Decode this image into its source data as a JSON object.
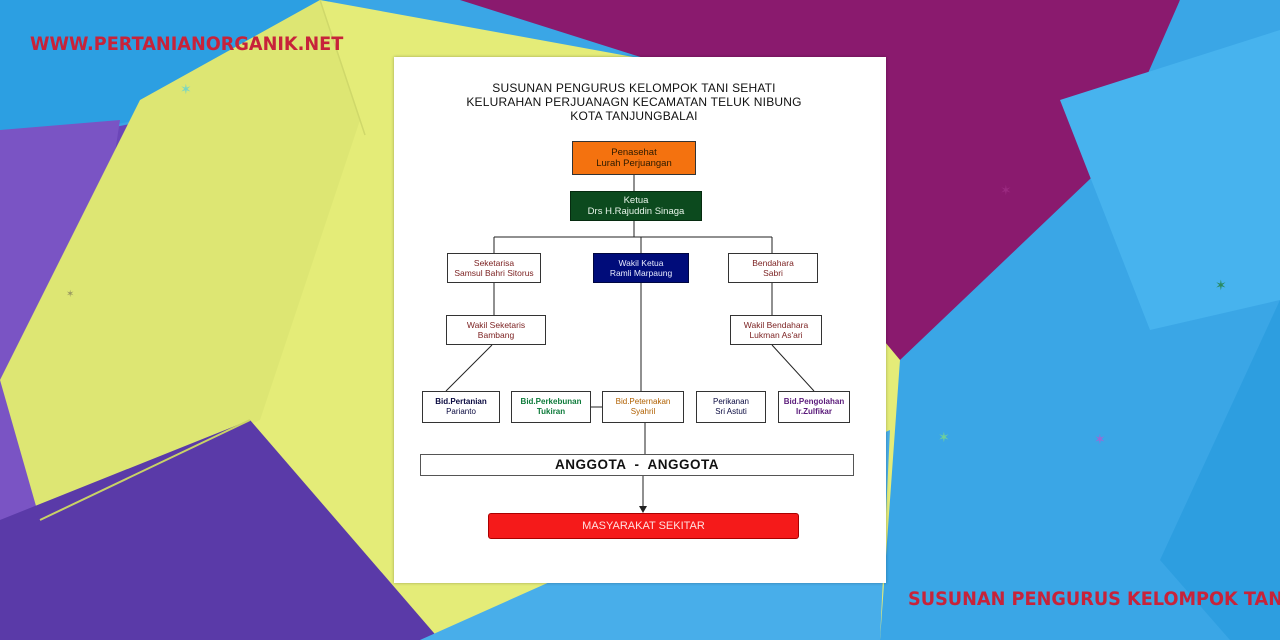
{
  "site": {
    "url": "WWW.PERTANIANORGANIK.NET"
  },
  "caption": "SUSUNAN PENGURUS KELOMPOK TANI",
  "chart": {
    "title_lines": [
      "SUSUNAN PENGURUS KELOMPOK TANI SEHATI",
      "KELURAHAN PERJUANAGN KECAMATAN TELUK NIBUNG",
      "KOTA TANJUNGBALAI"
    ],
    "advisor": {
      "role": "Penasehat",
      "name": "Lurah Perjuangan"
    },
    "chair": {
      "role": "Ketua",
      "name": "Drs H.Rajuddin Sinaga"
    },
    "secretary": {
      "role": "Seketarisa",
      "name": "Samsul Bahri Sitorus"
    },
    "vice_chair": {
      "role": "Wakil Ketua",
      "name": "Ramli Marpaung"
    },
    "treasurer": {
      "role": "Bendahara",
      "name": "Sabri"
    },
    "vice_secretary": {
      "role": "Wakil Seketaris",
      "name": "Bambang"
    },
    "vice_treasurer": {
      "role": "Wakil Bendahara",
      "name": "Lukman As'ari"
    },
    "divisions": [
      {
        "role": "Bid.Pertanian",
        "name": "Parianto"
      },
      {
        "role": "Bid.Perkebunan",
        "name": "Tukiran"
      },
      {
        "role": "Bid.Peternakan",
        "name": "Syahril"
      },
      {
        "role": "Perikanan",
        "name": "Sri Astuti"
      },
      {
        "role": "Bid.Pengolahan",
        "name": "Ir.Zulfikar"
      }
    ],
    "members": "ANGGOTA  -  ANGGOTA",
    "community": "MASYARAKAT SEKITAR"
  },
  "colors": {
    "advisor": "#f4720f",
    "chair": "#0c4a1e",
    "vice_chair": "#000c7a",
    "community": "#f51a1a",
    "accent_text": "#c7233a"
  }
}
